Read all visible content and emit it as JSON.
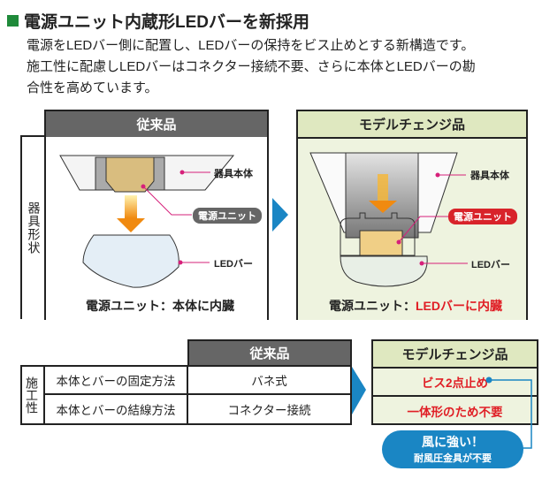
{
  "title": "電源ユニット内蔵形LEDバーを新採用",
  "intro": [
    "電源をLEDバー側に配置し、LEDバーの保持をビス止めとする新構造です。",
    "施工性に配慮しLEDバーはコネクター接続不要、さらに本体とLEDバーの勘",
    "合性を高めています。"
  ],
  "shape_section": {
    "side_label": "器具形状",
    "conventional": {
      "header": "従来品",
      "body_label": "器具本体",
      "unit_label": "電源ユニット",
      "bar_label": "LEDバー",
      "caption_prefix": "電源ユニット：",
      "caption_value": "本体に内臓"
    },
    "model_change": {
      "header": "モデルチェンジ品",
      "body_label": "器具本体",
      "unit_label": "電源ユニット",
      "bar_label": "LEDバー",
      "caption_prefix": "電源ユニット：",
      "caption_value": "LEDバーに内臓"
    }
  },
  "table": {
    "side_label": "施工性",
    "conventional_header": "従来品",
    "model_change_header": "モデルチェンジ品",
    "rows": [
      {
        "label": "本体とバーの固定方法",
        "conventional": "バネ式",
        "model_change": "ビス2点止め"
      },
      {
        "label": "本体とバーの結線方法",
        "conventional": "コネクター接続",
        "model_change": "一体形のため不要"
      }
    ],
    "callout": {
      "line1": "風に強い！",
      "line2": "耐風圧金具が不要"
    }
  },
  "colors": {
    "accent_green": "#1f8a3a",
    "arrow_blue": "#1a86c4",
    "red": "#e01e25",
    "pink": "#d6207a"
  }
}
